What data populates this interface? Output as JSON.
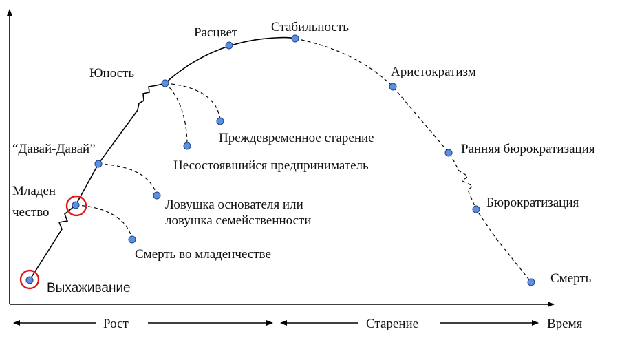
{
  "stages": {
    "survival": "Выхаживание",
    "infancy_line1": "Младен",
    "infancy_line2": "чество",
    "go_go": "“Давай-Давай”",
    "youth": "Юность",
    "prime": "Расцвет",
    "stability": "Стабильность",
    "aristocracy": "Аристократизм",
    "early_bureaucracy": "Ранняя бюрократизация",
    "bureaucracy": "Бюрократизация",
    "death": "Смерть"
  },
  "traps": {
    "infant_death": "Смерть во младенчестве",
    "founder_trap_line1": "Ловушка основателя или",
    "founder_trap_line2": "ловушка семейственности",
    "premature_aging": "Преждевременное старение",
    "failed_entrepreneur": "Несостоявшийся предприниматель"
  },
  "axis": {
    "growth": "Рост",
    "aging": "Старение",
    "time": "Время"
  },
  "colors": {
    "node": "#5b8fe0",
    "highlight_ring": "#e01818"
  }
}
